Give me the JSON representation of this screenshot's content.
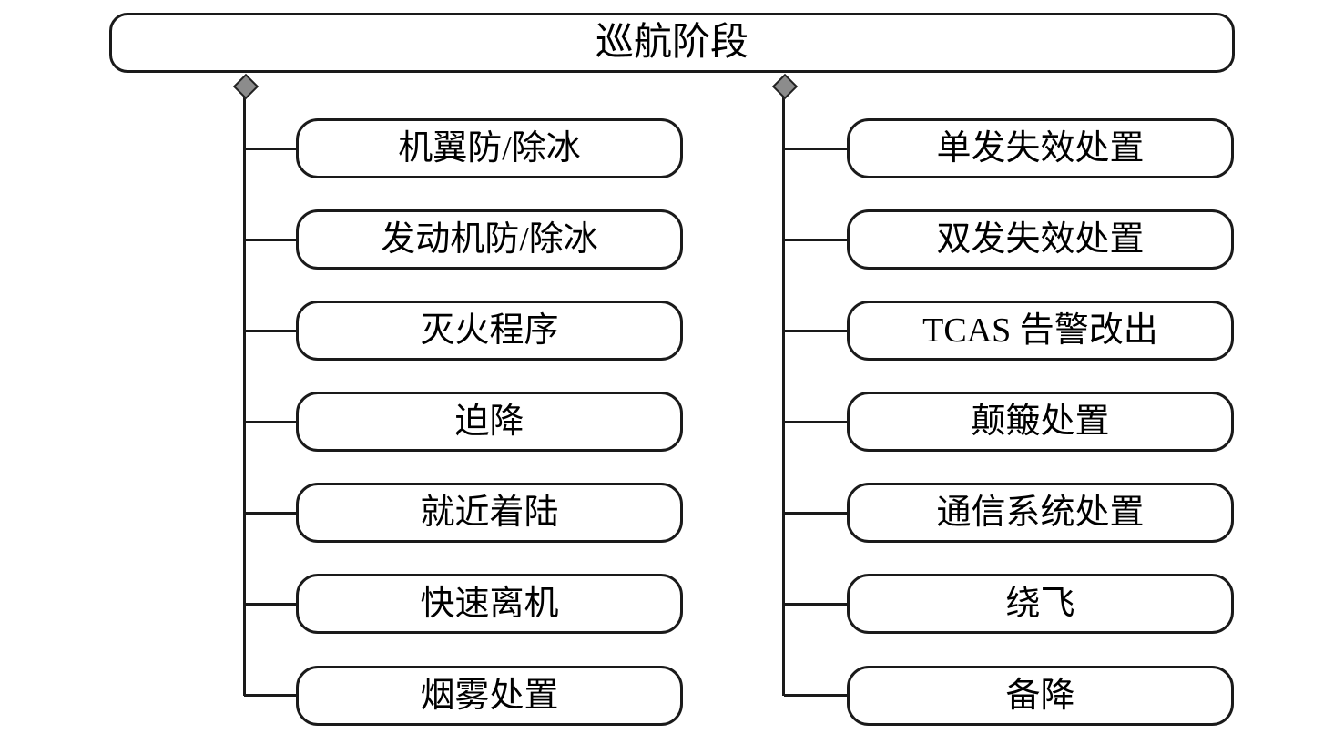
{
  "diagram": {
    "title": "巡航阶段",
    "root": {
      "label": "巡航阶段"
    },
    "left_branch": {
      "items": [
        {
          "label": "机翼防/除冰"
        },
        {
          "label": "发动机防/除冰"
        },
        {
          "label": "灭火程序"
        },
        {
          "label": "迫降"
        },
        {
          "label": "就近着陆"
        },
        {
          "label": "快速离机"
        },
        {
          "label": "烟雾处置"
        }
      ]
    },
    "right_branch": {
      "items": [
        {
          "label": "单发失效处置"
        },
        {
          "label": "双发失效处置"
        },
        {
          "label": "TCAS 告警改出"
        },
        {
          "label": "颠簸处置"
        },
        {
          "label": "通信系统处置"
        },
        {
          "label": "绕飞"
        },
        {
          "label": "备降"
        }
      ]
    },
    "colors": {
      "stroke": "#1a1a1a",
      "node_fill": "#ffffff",
      "diamond_fill": "#8c8c8c"
    }
  }
}
